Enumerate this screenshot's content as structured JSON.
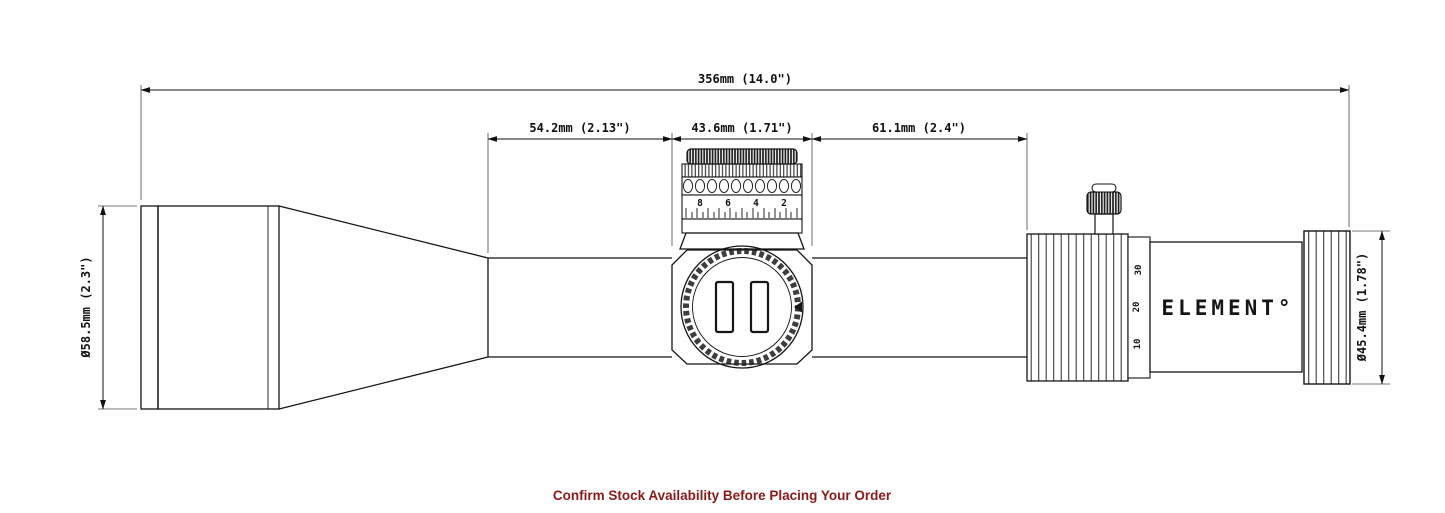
{
  "page": {
    "background": "#ffffff",
    "line_color": "#151515"
  },
  "dimensions": {
    "overall_length": "356mm (14.0\")",
    "segment_left": "54.2mm (2.13\")",
    "segment_center": "43.6mm (1.71\")",
    "segment_right": "61.1mm (2.4\")",
    "objective_diameter": "Ø58.5mm (2.3\")",
    "eyepiece_diameter": "Ø45.4mm (1.78\")"
  },
  "scope": {
    "brand": "ELEMENT°",
    "turret_scale_numbers": [
      "8",
      "6",
      "4",
      "2"
    ],
    "zoom_ring_numbers": [
      "30",
      "20",
      "10"
    ]
  },
  "footer": {
    "note": "Confirm Stock Availability Before Placing Your Order",
    "color": "#8b1a1a"
  }
}
